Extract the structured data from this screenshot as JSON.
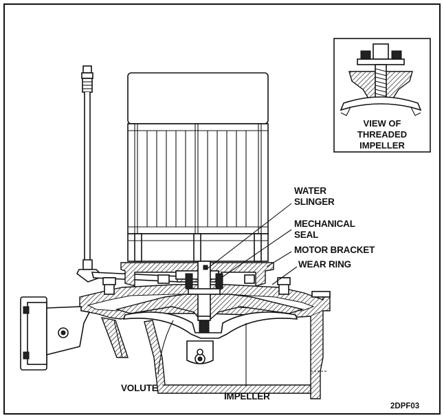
{
  "labels": {
    "water_slinger": [
      "WATER",
      "SLINGER"
    ],
    "mechanical_seal": [
      "MECHANICAL",
      "SEAL"
    ],
    "motor_bracket": "MOTOR BRACKET",
    "wear_ring": "WEAR RING",
    "volute": "VOLUTE",
    "impeller": "IMPELLER"
  },
  "inset": {
    "caption": [
      "VIEW OF",
      "THREADED",
      "IMPELLER"
    ]
  },
  "figure_code": "2DPF03"
}
